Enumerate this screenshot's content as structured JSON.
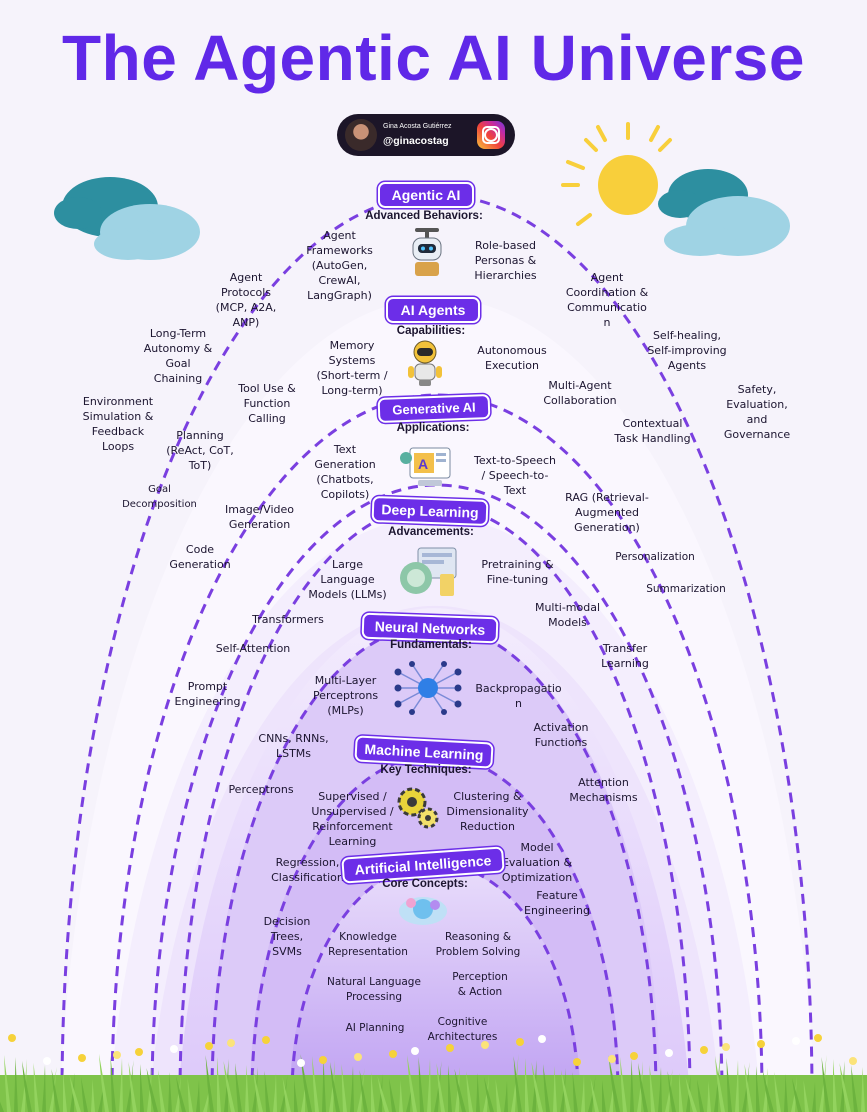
{
  "title": "The Agentic AI Universe",
  "author": {
    "name": "Gina Acosta Gutiérrez",
    "handle": "@ginacostag",
    "social_icon": "instagram-icon"
  },
  "colors": {
    "accent": "#6c2ee8",
    "title": "#6028e8",
    "dashed_ring": "#7a3fe0",
    "inner_fill": "#c4a6f3",
    "background": "#f6f3fb"
  },
  "decorations": [
    "cloud-left-icon",
    "cloud-right-icon",
    "sun-icon",
    "grass-flowers-strip"
  ],
  "layers": [
    {
      "name": "Agentic AI",
      "heading": "Advanced Behaviors:",
      "icon": "robot-drone-icon",
      "items": [
        "Agent\nFrameworks\n(AutoGen,\nCrewAI,\nLangGraph)",
        "Role-based\nPersonas &\nHierarchies",
        "Agent\nProtocols\n(MCP, A2A,\nANP)",
        "Agent\nCoordination &\nCommunicatio\nn",
        "Long-Term\nAutonomy &\nGoal\nChaining",
        "Self-healing,\nSelf-improving\nAgents",
        "Environment\nSimulation &\nFeedback\nLoops",
        "Safety,\nEvaluation,\nand\nGovernance"
      ]
    },
    {
      "name": "AI Agents",
      "heading": "Capabilities:",
      "icon": "robot-assistant-icon",
      "items": [
        "Memory\nSystems\n(Short-term /\nLong-term)",
        "Autonomous\nExecution",
        "Tool Use &\nFunction\nCalling",
        "Multi-Agent\nCollaboration",
        "Planning\n(ReAct, CoT,\nToT)",
        "Contextual\nTask Handling",
        "Goal\nDecomposition"
      ]
    },
    {
      "name": "Generative AI",
      "heading": "Applications:",
      "icon": "generative-media-icon",
      "items": [
        "Text\nGeneration\n(Chatbots,\nCopilots)",
        "Text-to-Speech\n/ Speech-to-\nText",
        "Image/Video\nGeneration",
        "RAG (Retrieval-\nAugmented\nGeneration)",
        "Code\nGeneration",
        "Personalization",
        "Summarization"
      ]
    },
    {
      "name": "Deep Learning",
      "heading": "Advancements:",
      "icon": "deep-learning-icon",
      "items": [
        "Large\nLanguage\nModels (LLMs)",
        "Pretraining &\nFine-tuning",
        "Transformers",
        "Multi-modal\nModels",
        "Self-Attention",
        "Transfer\nLearning",
        "Prompt\nEngineering"
      ]
    },
    {
      "name": "Neural Networks",
      "heading": "Fundamentals:",
      "icon": "neural-network-icon",
      "items": [
        "Multi-Layer\nPerceptrons\n(MLPs)",
        "Backpropagatio\nn",
        "CNNs, RNNs,\nLSTMs",
        "Activation\nFunctions",
        "Perceptrons",
        "Attention\nMechanisms"
      ]
    },
    {
      "name": "Machine Learning",
      "heading": "Key Techniques:",
      "icon": "gears-icon",
      "items": [
        "Supervised /\nUnsupervised /\nReinforcement\nLearning",
        "Clustering &\nDimensionality\nReduction",
        "Regression,\nClassification",
        "Model\nEvaluation &\nOptimization",
        "Decision\nTrees,\nSVMs",
        "Feature\nEngineering"
      ]
    },
    {
      "name": "Artificial Intelligence",
      "heading": "Core Concepts:",
      "icon": "ai-brain-icon",
      "items": [
        "Knowledge\nRepresentation",
        "Reasoning &\nProblem Solving",
        "Natural Language\nProcessing",
        "Perception\n& Action",
        "AI Planning",
        "Cognitive\nArchitectures"
      ]
    }
  ]
}
